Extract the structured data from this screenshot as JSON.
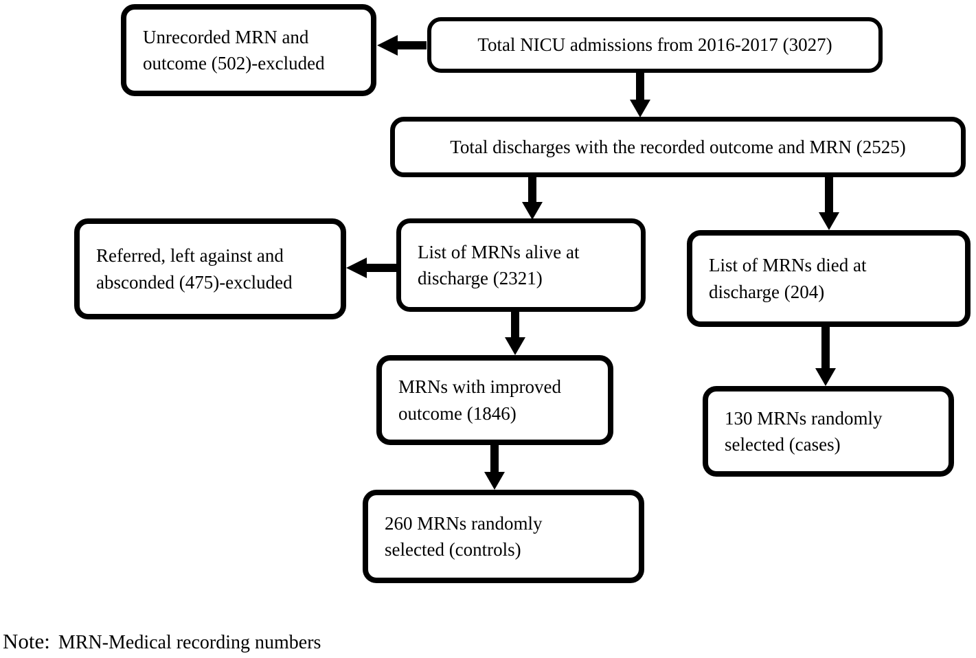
{
  "figure": {
    "type": "flowchart",
    "background_color": "#ffffff",
    "line_color": "#000000",
    "text_color": "#000000"
  },
  "boxes": {
    "unrecorded": {
      "text": "Unrecorded MRN and\noutcome (502)-excluded"
    },
    "admissions": {
      "text": "Total NICU admissions from 2016-2017 (3027)"
    },
    "discharges": {
      "text": "Total discharges with the recorded outcome and MRN (2525)"
    },
    "referred": {
      "text": "Referred, left against and\nabsconded (475)-excluded"
    },
    "alive": {
      "text": "List of MRNs alive at\ndischarge (2321)"
    },
    "died": {
      "text": "List of MRNs died at\ndischarge (204)"
    },
    "improved": {
      "text": "MRNs with improved\noutcome (1846)"
    },
    "cases": {
      "text": "130 MRNs randomly\nselected (cases)"
    },
    "controls": {
      "text": "260 MRNs randomly\nselected (controls)"
    }
  },
  "edges": [
    {
      "from": "admissions",
      "to": "unrecorded"
    },
    {
      "from": "admissions",
      "to": "discharges"
    },
    {
      "from": "discharges",
      "to": "alive"
    },
    {
      "from": "discharges",
      "to": "died"
    },
    {
      "from": "alive",
      "to": "referred"
    },
    {
      "from": "alive",
      "to": "improved"
    },
    {
      "from": "died",
      "to": "cases"
    },
    {
      "from": "improved",
      "to": "controls"
    }
  ],
  "note": {
    "label": "Note:",
    "text": "MRN-Medical recording numbers"
  }
}
